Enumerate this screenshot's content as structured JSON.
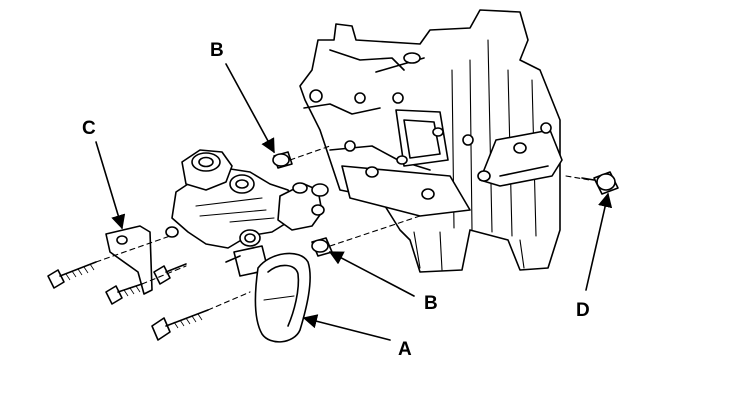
{
  "callouts": {
    "a": "A",
    "b_top": "B",
    "b_bottom": "B",
    "c": "C",
    "d": "D"
  }
}
